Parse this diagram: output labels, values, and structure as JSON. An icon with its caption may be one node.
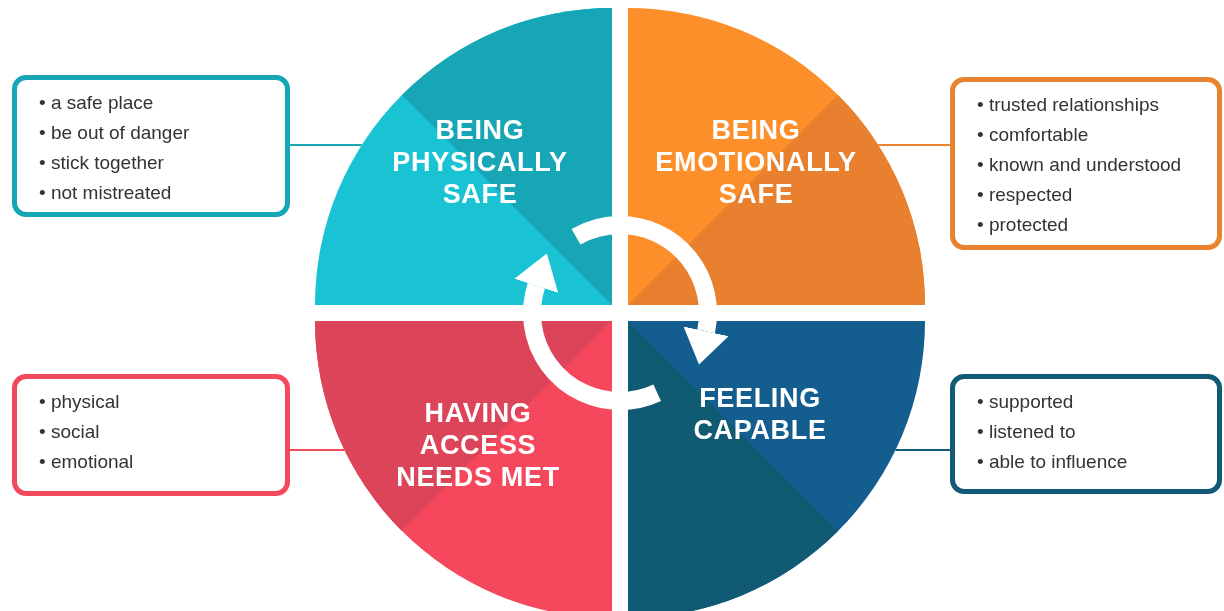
{
  "diagram": {
    "nodes": [
      {
        "text": [
          "BEING PHYSICALLY SAFE"
        ]
      },
      {
        "text": [
          "BEING EMOTIONALLY SAFE"
        ]
      },
      {
        "text": [
          "HAVING ACCESS NEEDS MET"
        ]
      },
      {
        "text": [
          "FEELING CAPABLE"
        ]
      },
      {
        "text": [
          "• a safe place",
          "• be out of danger",
          "• stick together",
          "• not mistreated"
        ]
      },
      {
        "text": [
          "• trusted relationships",
          "• comfortable",
          "• known and understood",
          "• respected",
          "• protected"
        ]
      },
      {
        "text": [
          "• physical",
          "• social",
          "• emotional"
        ]
      },
      {
        "text": [
          "• supported",
          "• listened to",
          "• able to influence"
        ]
      }
    ],
    "edges": [
      {
        "from": 4,
        "to": 0,
        "arrow": "none",
        "color": "#16a6b6"
      },
      {
        "from": 5,
        "to": 1,
        "arrow": "none",
        "color": "#e8832f"
      },
      {
        "from": 6,
        "to": 2,
        "arrow": "none",
        "color": "#f24a5c"
      },
      {
        "from": 7,
        "to": 3,
        "arrow": "none",
        "color": "#135a78"
      },
      {
        "from": 0,
        "to": 1,
        "arrow": "none",
        "style": "thick",
        "color": "#ffffff"
      },
      {
        "from": 1,
        "to": 3,
        "arrow": "to",
        "style": "thick",
        "color": "#ffffff"
      },
      {
        "from": 3,
        "to": 2,
        "arrow": "none",
        "style": "thick",
        "color": "#ffffff"
      },
      {
        "from": 2,
        "to": 0,
        "arrow": "to",
        "style": "thick",
        "color": "#ffffff"
      }
    ]
  }
}
